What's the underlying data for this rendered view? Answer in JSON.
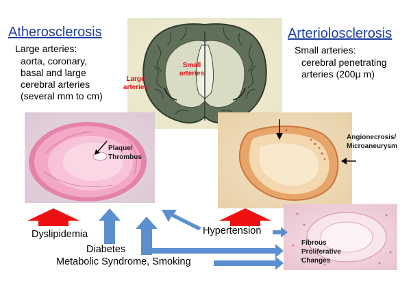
{
  "left": {
    "title": "Atherosclerosis",
    "subtitle": "Large arteries:",
    "lines": [
      "aorta, coronary,",
      "basal and large",
      "cerebral arteries",
      "(several mm to cm)"
    ]
  },
  "right": {
    "title": "Arteriolosclerosis",
    "subtitle": "Small arteries:",
    "lines": [
      "cerebral penetrating",
      "arteries (200μ m)"
    ]
  },
  "brain": {
    "large_label": [
      "Large",
      "arteries"
    ],
    "small_label": [
      "Small",
      "arteries"
    ]
  },
  "labels": {
    "plaque": [
      "Plaque/",
      "Thrombus"
    ],
    "angio": [
      "Angionecrosis/",
      "Microaneurysm"
    ],
    "fibrous": [
      "Fibrous",
      "Proliferative",
      "Changes"
    ]
  },
  "causes": {
    "dyslipidemia": "Dyslipidemia",
    "hypertension": "Hypertension",
    "diabetes": "Diabetes",
    "metabolic": "Metabolic Syndrome, Smoking"
  },
  "colors": {
    "title": "#1f3fa0",
    "red_arrow": "#ee1111",
    "blue_arrow": "#5b8fd0",
    "red_label": "#e0101a"
  }
}
